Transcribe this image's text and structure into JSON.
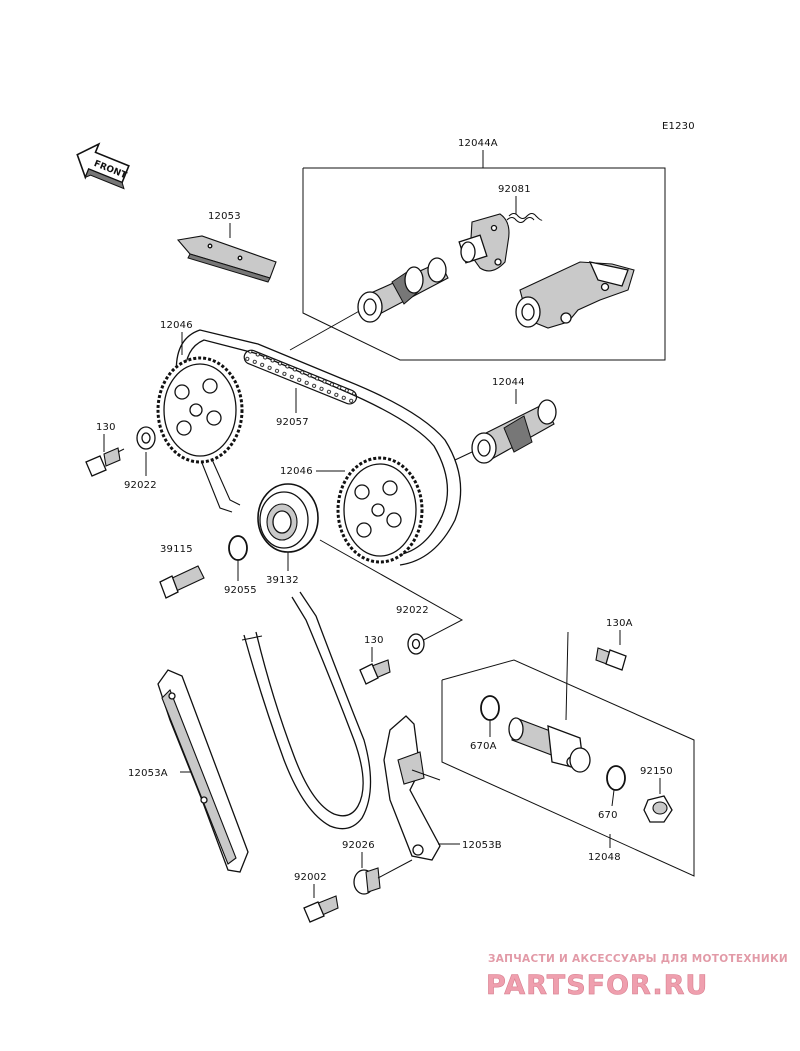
{
  "diagram": {
    "code": "E1230",
    "front_label": "FRONT",
    "callouts": {
      "p12044A": "12044A",
      "p92081": "92081",
      "p12053": "12053",
      "p12046_top": "12046",
      "p92057": "92057",
      "p12044": "12044",
      "p130_left": "130",
      "p92022_left": "92022",
      "p12046_mid": "12046",
      "p39115": "39115",
      "p92055": "92055",
      "p39132": "39132",
      "p92022_right": "92022",
      "p130_mid": "130",
      "p130A": "130A",
      "p12053A": "12053A",
      "p670A": "670A",
      "p92150": "92150",
      "p670": "670",
      "p92026": "92026",
      "p12053B": "12053B",
      "p12048": "12048",
      "p92002": "92002"
    }
  },
  "watermark": {
    "tagline": "ЗАПЧАСТИ И АКСЕССУАРЫ ДЛЯ МОТОТЕХНИКИ",
    "logo": "PARTSFOR.RU"
  }
}
